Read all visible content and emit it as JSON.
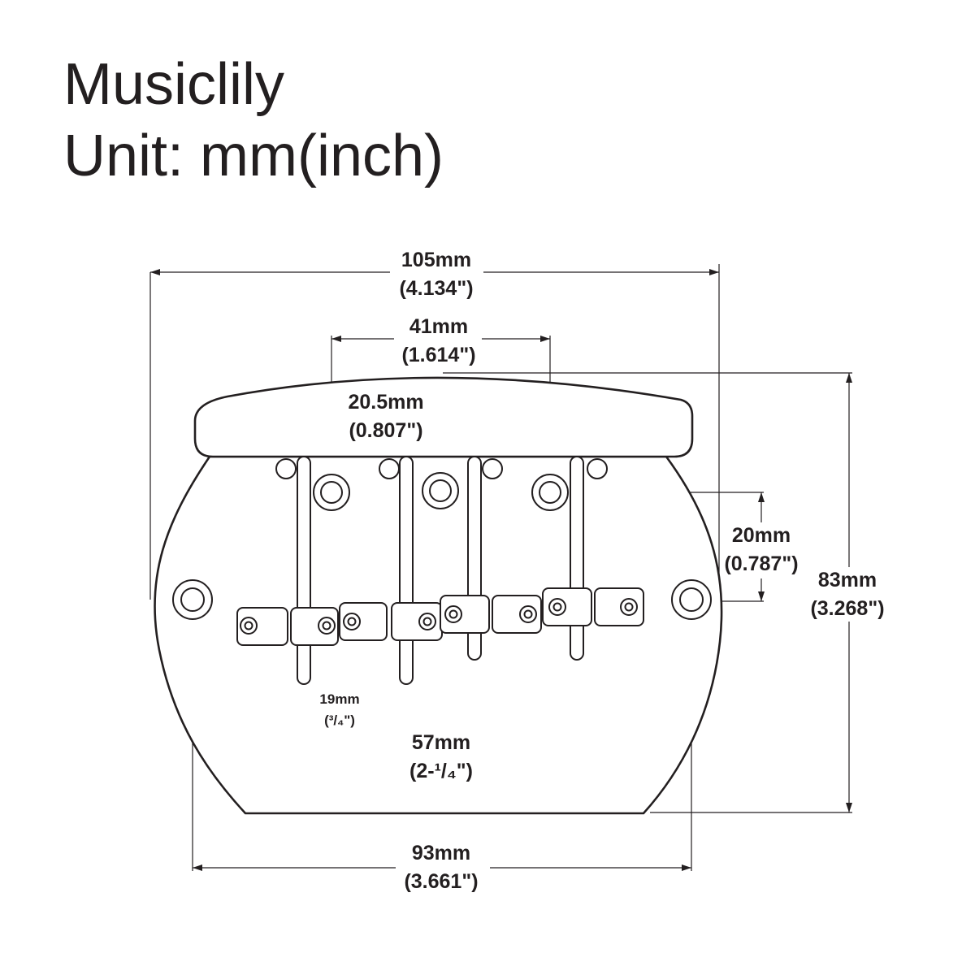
{
  "brand": "Musiclily",
  "unit_label": "Unit: mm(inch)",
  "dimensions": {
    "overall_width": {
      "mm": "105mm",
      "inch": "(4.134\")"
    },
    "outer_saddle_span": {
      "mm": "41mm",
      "inch": "(1.614\")"
    },
    "inner_saddle_span": {
      "mm": "20.5mm",
      "inch": "(0.807\")"
    },
    "screw_offset": {
      "mm": "20mm",
      "inch": "(0.787\")"
    },
    "overall_height": {
      "mm": "83mm",
      "inch": "(3.268\")"
    },
    "string_spacing": {
      "mm": "19mm",
      "inch": "(³/₄\")"
    },
    "string_span": {
      "mm": "57mm",
      "inch": "(2-¹/₄\")"
    },
    "mount_hole_spacing": {
      "mm": "93mm",
      "inch": "(3.661\")"
    }
  }
}
